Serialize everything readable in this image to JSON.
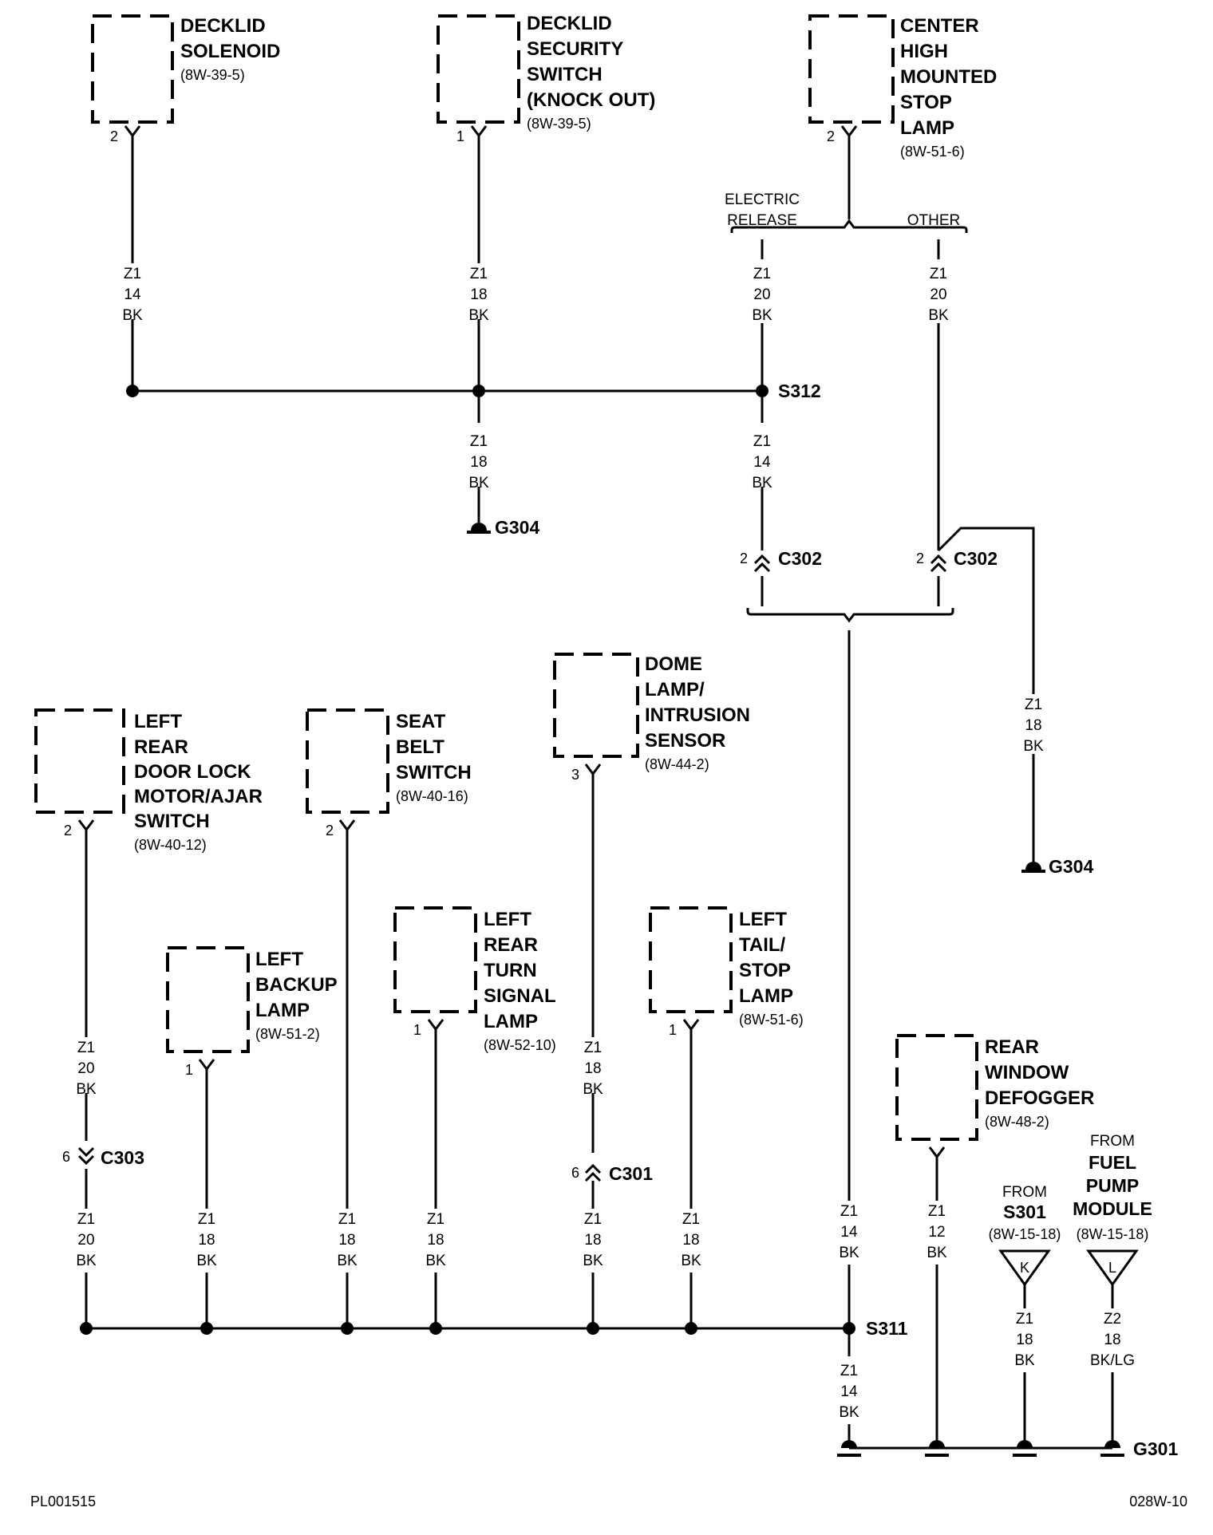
{
  "components": {
    "decklid_solenoid": {
      "lines": [
        "DECKLID",
        "SOLENOID"
      ],
      "ref": "(8W-39-5)",
      "pin": "2"
    },
    "decklid_security_switch": {
      "lines": [
        "DECKLID",
        "SECURITY",
        "SWITCH",
        "(KNOCK OUT)"
      ],
      "ref": "(8W-39-5)",
      "pin": "1"
    },
    "chmsl": {
      "lines": [
        "CENTER",
        "HIGH",
        "MOUNTED",
        "STOP",
        "LAMP"
      ],
      "ref": "(8W-51-6)",
      "pin": "2"
    },
    "dome_lamp": {
      "lines": [
        "DOME",
        "LAMP/",
        "INTRUSION",
        "SENSOR"
      ],
      "ref": "(8W-44-2)",
      "pin": "3"
    },
    "left_rear_door_lock": {
      "lines": [
        "LEFT",
        "REAR",
        "DOOR LOCK",
        "MOTOR/AJAR",
        "SWITCH"
      ],
      "ref": "(8W-40-12)",
      "pin": "2"
    },
    "seat_belt_switch": {
      "lines": [
        "SEAT",
        "BELT",
        "SWITCH"
      ],
      "ref": "(8W-40-16)",
      "pin": "2"
    },
    "left_backup_lamp": {
      "lines": [
        "LEFT",
        "BACKUP",
        "LAMP"
      ],
      "ref": "(8W-51-2)",
      "pin": "1"
    },
    "left_rear_turn_signal": {
      "lines": [
        "LEFT",
        "REAR",
        "TURN",
        "SIGNAL",
        "LAMP"
      ],
      "ref": "(8W-52-10)",
      "pin": "1"
    },
    "left_tail_stop_lamp": {
      "lines": [
        "LEFT",
        "TAIL/",
        "STOP",
        "LAMP"
      ],
      "ref": "(8W-51-6)",
      "pin": "1"
    },
    "rear_window_defogger": {
      "lines": [
        "REAR",
        "WINDOW",
        "DEFOGGER"
      ],
      "ref": "(8W-48-2)"
    }
  },
  "wires": {
    "w_solenoid": [
      "Z1",
      "14",
      "BK"
    ],
    "w_security": [
      "Z1",
      "18",
      "BK"
    ],
    "w_electric": [
      "Z1",
      "20",
      "BK"
    ],
    "w_other": [
      "Z1",
      "20",
      "BK"
    ],
    "w_g304_a": [
      "Z1",
      "18",
      "BK"
    ],
    "w_s312_down": [
      "Z1",
      "14",
      "BK"
    ],
    "w_g304_b": [
      "Z1",
      "18",
      "BK"
    ],
    "w_door_top": [
      "Z1",
      "20",
      "BK"
    ],
    "w_door_bottom": [
      "Z1",
      "20",
      "BK"
    ],
    "w_backup": [
      "Z1",
      "18",
      "BK"
    ],
    "w_seatbelt": [
      "Z1",
      "18",
      "BK"
    ],
    "w_turn": [
      "Z1",
      "18",
      "BK"
    ],
    "w_dome_top": [
      "Z1",
      "18",
      "BK"
    ],
    "w_dome_bottom": [
      "Z1",
      "18",
      "BK"
    ],
    "w_tail": [
      "Z1",
      "18",
      "BK"
    ],
    "w_trunk_main": [
      "Z1",
      "14",
      "BK"
    ],
    "w_defogger": [
      "Z1",
      "12",
      "BK"
    ],
    "w_s311_down": [
      "Z1",
      "14",
      "BK"
    ],
    "w_from_s301": [
      "Z1",
      "18",
      "BK"
    ],
    "w_from_fuel": [
      "Z2",
      "18",
      "BK/LG"
    ]
  },
  "option_labels": {
    "electric_release": [
      "ELECTRIC",
      "RELEASE"
    ],
    "other": "OTHER"
  },
  "nodes": {
    "s312": "S312",
    "s311": "S311",
    "g304_a": "G304",
    "g304_b": "G304",
    "g301": "G301"
  },
  "connectors": {
    "c302_left": {
      "name": "C302",
      "pin": "2"
    },
    "c302_right": {
      "name": "C302",
      "pin": "2"
    },
    "c303": {
      "name": "C303",
      "pin": "6"
    },
    "c301": {
      "name": "C301",
      "pin": "6"
    }
  },
  "from_refs": {
    "s301": {
      "from": "FROM",
      "name": "S301",
      "ref": "(8W-15-18)",
      "letter": "K"
    },
    "fuel_pump": {
      "from": "FROM",
      "lines": [
        "FUEL",
        "PUMP",
        "MODULE"
      ],
      "ref": "(8W-15-18)",
      "letter": "L"
    }
  },
  "footer": {
    "left": "PL001515",
    "right": "028W-10"
  }
}
